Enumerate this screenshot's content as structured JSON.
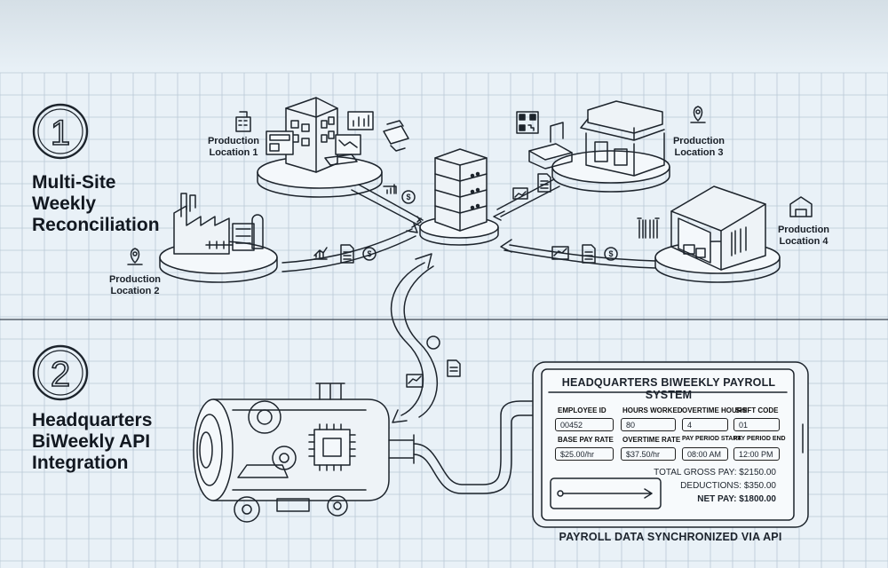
{
  "steps": [
    {
      "number": "1",
      "title_lines": [
        "Multi-Site",
        "Weekly",
        "Reconciliation"
      ]
    },
    {
      "number": "2",
      "title_lines": [
        "Headquarters",
        "BiWeekly API",
        "Integration"
      ]
    }
  ],
  "locations": {
    "loc1": [
      "Production",
      "Location 1"
    ],
    "loc2": [
      "Production",
      "Location 2"
    ],
    "loc3": [
      "Production",
      "Location 3"
    ],
    "loc4": [
      "Production",
      "Location 4"
    ]
  },
  "payroll": {
    "title": "HEADQUARTERS BIWEEKLY PAYROLL SYSTEM",
    "fields": [
      {
        "label": "EMPLOYEE ID",
        "value": "00452"
      },
      {
        "label": "HOURS WORKED",
        "value": "80"
      },
      {
        "label": "OVERTIME HOURS",
        "value": "4"
      },
      {
        "label": "SHIFT CODE",
        "value": "01"
      },
      {
        "label": "BASE PAY RATE",
        "value": "$25.00/hr"
      },
      {
        "label": "OVERTIME RATE",
        "value": "$37.50/hr"
      },
      {
        "label": "PAY PERIOD START",
        "value": "08:00 AM"
      },
      {
        "label": "PAY PERIOD END",
        "value": "12:00 PM"
      }
    ],
    "gross": "TOTAL GROSS PAY: $2150.00",
    "deductions": "DEDUCTIONS:   $350.00",
    "net": "NET PAY: $1800.00"
  },
  "caption": "PAYROLL DATA SYNCHRONIZED VIA API",
  "icons": [
    "chart-icon",
    "document-icon",
    "dollar-icon",
    "map-pin-icon",
    "office-building-icon",
    "storefront-icon",
    "warehouse-icon",
    "factory-icon",
    "server-icon",
    "gear-icon",
    "chip-icon",
    "qr-code-icon",
    "barcode-icon",
    "cash-register-icon",
    "printer-icon"
  ]
}
